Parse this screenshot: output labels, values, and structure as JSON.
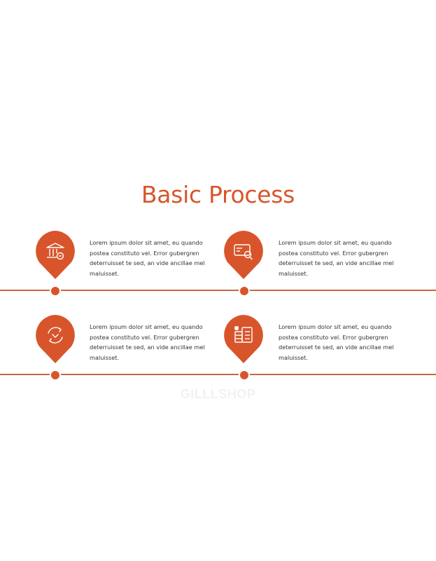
{
  "slide": {
    "title": "Basic Process",
    "watermark": "GILLLSHOP",
    "accent_color": "#d8552b",
    "steps": [
      {
        "icon": "bank-icon",
        "text": "Lorem ipsum dolor sit amet, eu quando postea constituto vel. Error gubergren deterruisset te sed, an vide ancillae mel maluisset."
      },
      {
        "icon": "credit-card-search-icon",
        "text": "Lorem ipsum dolor sit amet, eu quando postea constituto vel. Error gubergren deterruisset te sed, an vide ancillae mel maluisset."
      },
      {
        "icon": "cycle-arrows-icon",
        "text": "Lorem ipsum dolor sit amet, eu quando postea constituto vel. Error gubergren deterruisset te sed, an vide ancillae mel maluisset."
      },
      {
        "icon": "document-list-icon",
        "text": "Lorem ipsum dolor sit amet, eu quando postea constituto vel. Error gubergren deterruisset te sed, an vide ancillae mel maluisset."
      }
    ]
  }
}
